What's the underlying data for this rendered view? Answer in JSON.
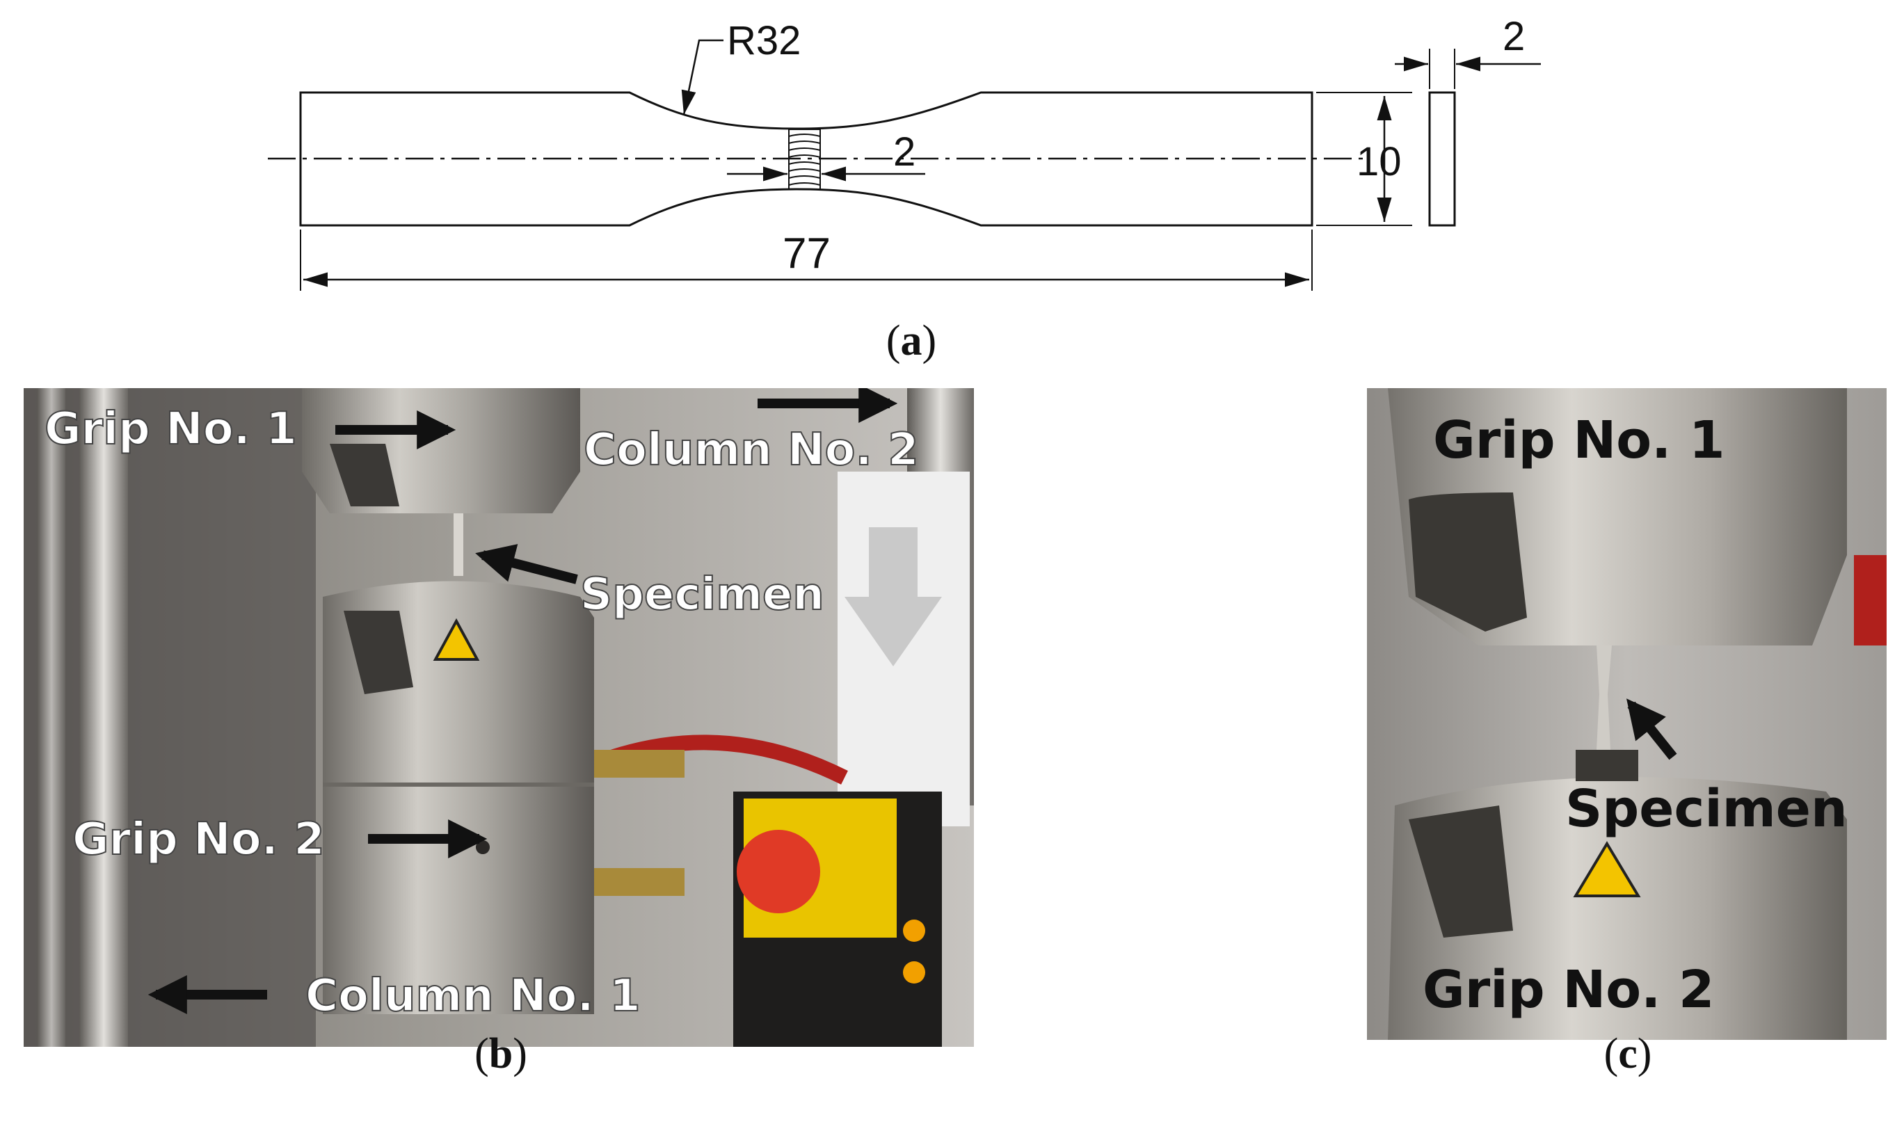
{
  "panel_a": {
    "label": "a",
    "radius_label": "R32",
    "weld_width_label": "2",
    "overall_length_label": "77",
    "width_label": "10",
    "thickness_label": "2"
  },
  "panel_b": {
    "label": "b",
    "annotations": {
      "grip1": "Grip No. 1",
      "column2": "Column No. 2",
      "specimen": "Specimen",
      "grip2": "Grip No. 2",
      "column1": "Column No. 1"
    }
  },
  "panel_c": {
    "label": "c",
    "annotations": {
      "grip1": "Grip No. 1",
      "specimen": "Specimen",
      "grip2": "Grip No. 2"
    }
  },
  "colors": {
    "line": "#111111",
    "steel": "#b9b6b0",
    "background_photo": "#8d8a86",
    "estop_red": "#e03a26",
    "estop_yellow": "#e9c400",
    "hose_red": "#b0201c",
    "warning_yellow": "#f3c400"
  }
}
